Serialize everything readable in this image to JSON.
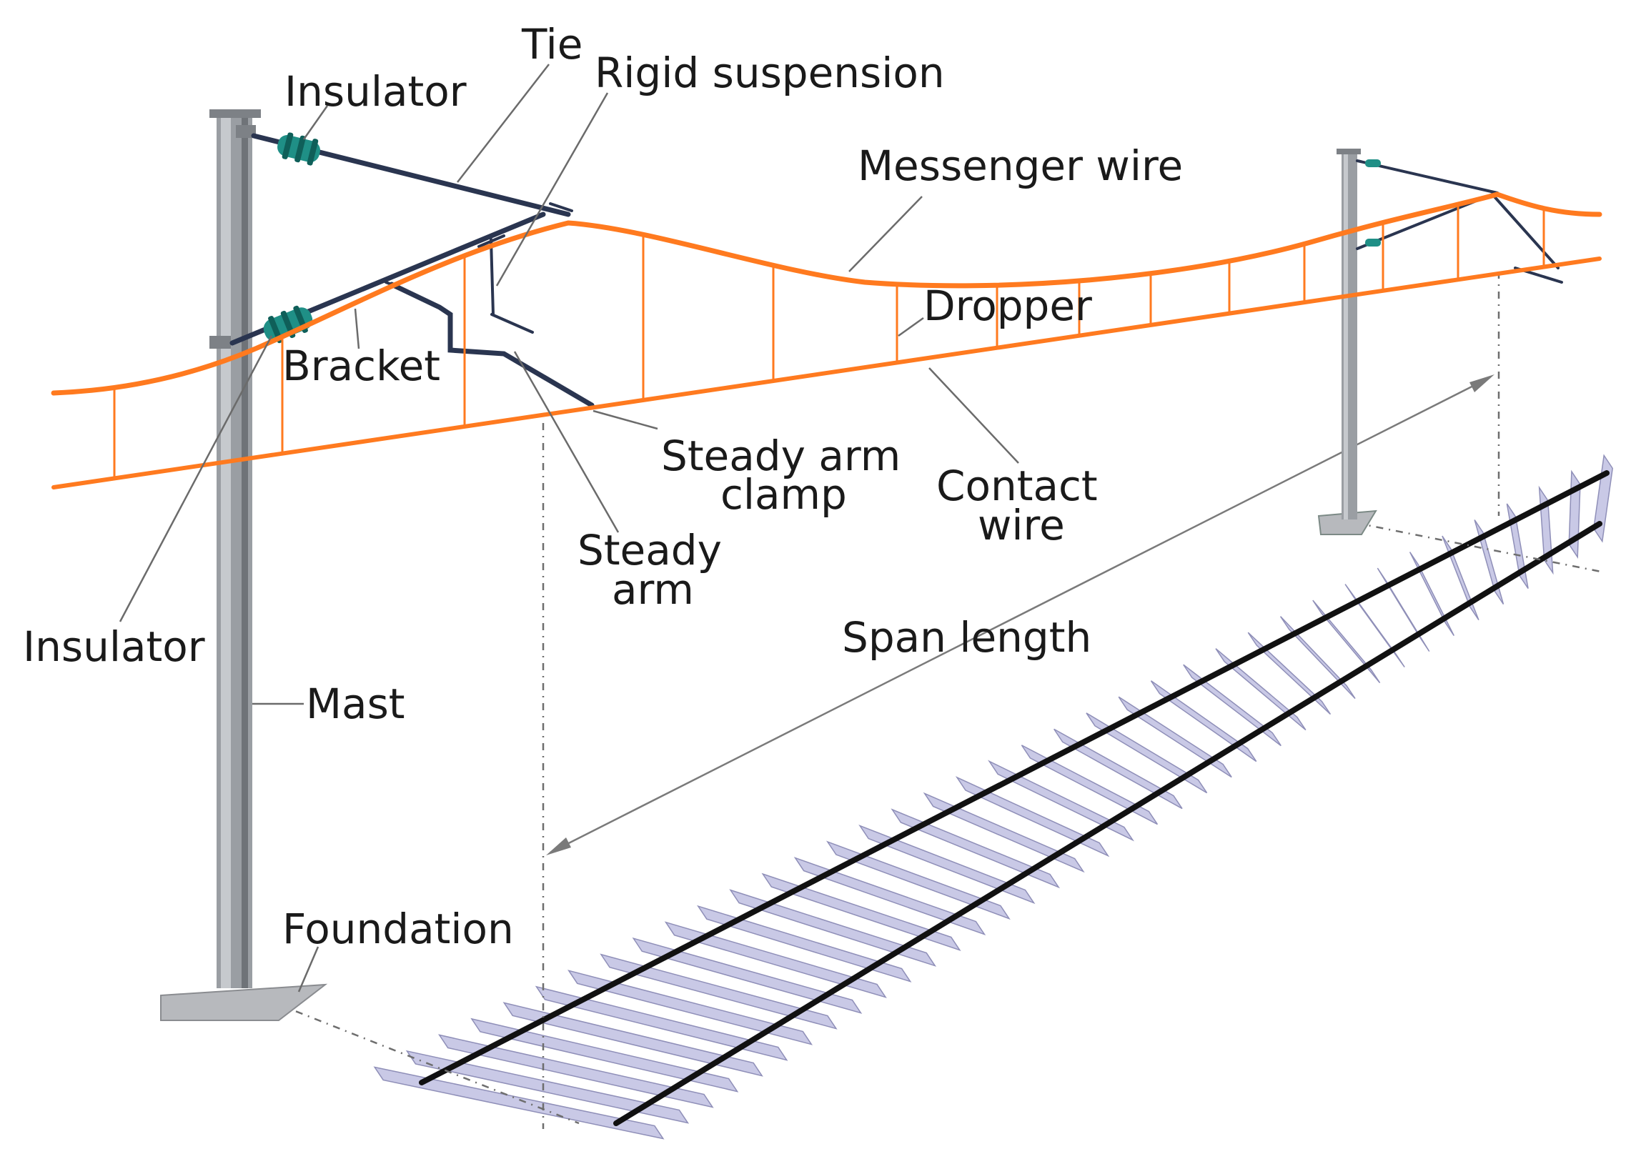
{
  "labels": {
    "tie": "Tie",
    "rigid_suspension": "Rigid suspension",
    "insulator_top": "Insulator",
    "messenger_wire": "Messenger wire",
    "dropper": "Dropper",
    "bracket": "Bracket",
    "steady_arm_clamp_line1": "Steady arm",
    "steady_arm_clamp_line2": "clamp",
    "contact_wire_line1": "Contact",
    "contact_wire_line2": "wire",
    "steady_arm_line1": "Steady",
    "steady_arm_line2": "arm",
    "insulator_bottom": "Insulator",
    "span_length": "Span length",
    "mast": "Mast",
    "foundation": "Foundation"
  },
  "colors": {
    "wire": "#ff7a1f",
    "mast": "#8f9398",
    "arm": "#2a3550",
    "insulator": "#1f8f86",
    "sleeper": "#c9c9e6",
    "rail": "#111111"
  }
}
